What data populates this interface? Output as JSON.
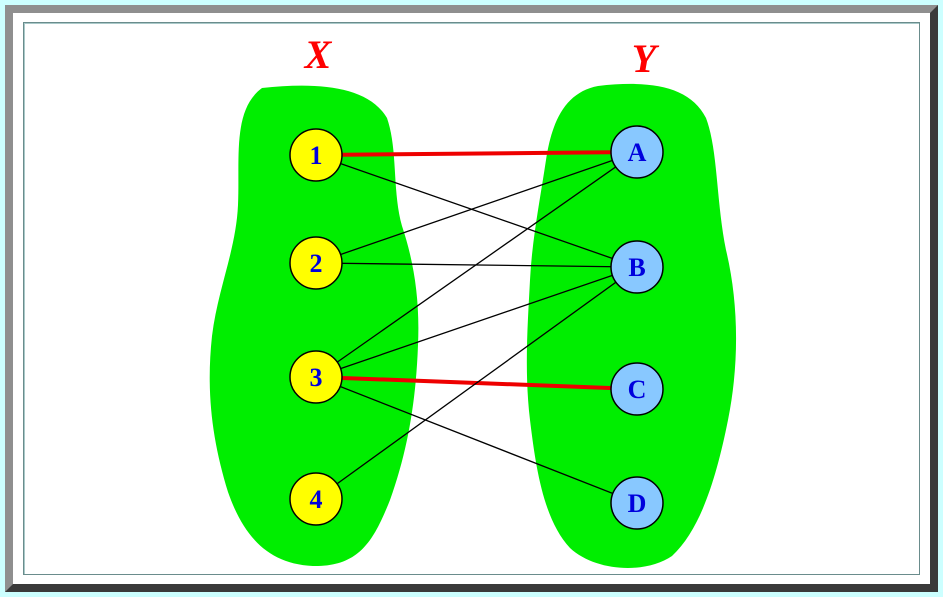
{
  "diagram": {
    "sets": [
      {
        "id": "X",
        "title": "X",
        "fill": "#00ee00"
      },
      {
        "id": "Y",
        "title": "Y",
        "fill": "#00ee00"
      }
    ],
    "nodes": [
      {
        "id": "1",
        "label": "1",
        "set": "X"
      },
      {
        "id": "2",
        "label": "2",
        "set": "X"
      },
      {
        "id": "3",
        "label": "3",
        "set": "X"
      },
      {
        "id": "4",
        "label": "4",
        "set": "X"
      },
      {
        "id": "A",
        "label": "A",
        "set": "Y"
      },
      {
        "id": "B",
        "label": "B",
        "set": "Y"
      },
      {
        "id": "C",
        "label": "C",
        "set": "Y"
      },
      {
        "id": "D",
        "label": "D",
        "set": "Y"
      }
    ],
    "edges": [
      {
        "from": "1",
        "to": "A",
        "matched": true
      },
      {
        "from": "1",
        "to": "B",
        "matched": false
      },
      {
        "from": "2",
        "to": "A",
        "matched": false
      },
      {
        "from": "2",
        "to": "B",
        "matched": false
      },
      {
        "from": "3",
        "to": "A",
        "matched": false
      },
      {
        "from": "3",
        "to": "B",
        "matched": false
      },
      {
        "from": "3",
        "to": "C",
        "matched": true
      },
      {
        "from": "3",
        "to": "D",
        "matched": false
      },
      {
        "from": "4",
        "to": "B",
        "matched": false
      }
    ],
    "colors": {
      "x_node_fill": "#ffff00",
      "x_node_text": "#0000dd",
      "y_node_fill": "#88c8ff",
      "y_node_text": "#0000dd",
      "matched_edge": "#ee0000",
      "plain_edge": "#000000",
      "page_background": "#ccffff"
    }
  }
}
